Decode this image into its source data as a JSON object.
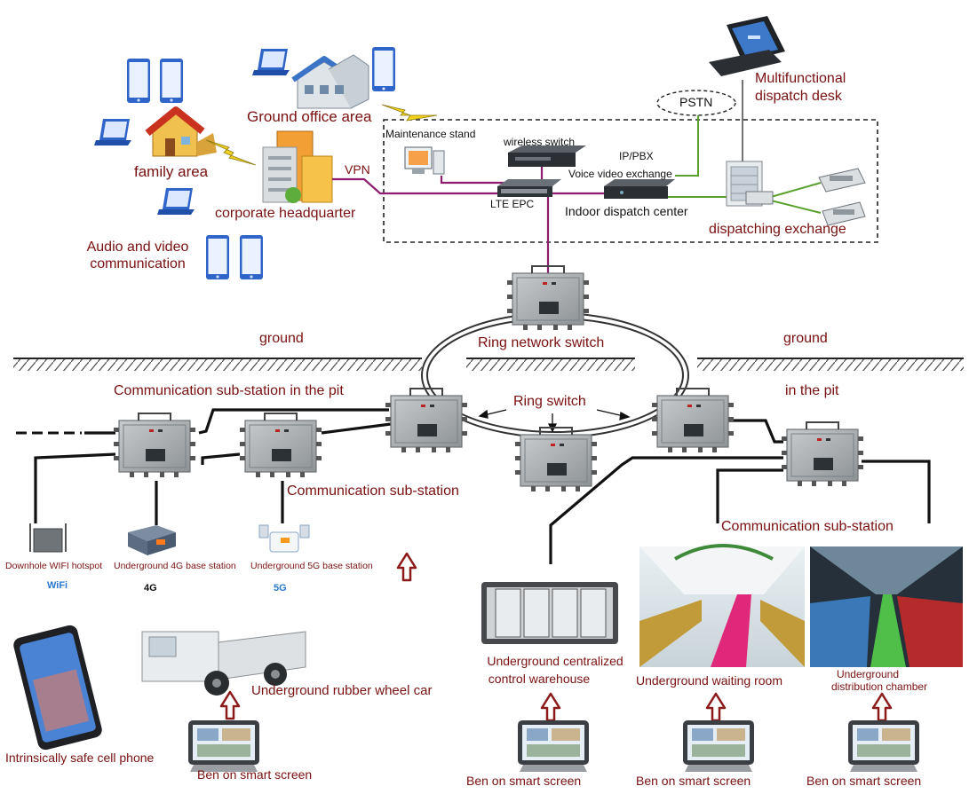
{
  "top": {
    "ground_office_area": "Ground office area",
    "family_area": "family area",
    "corporate_headquarter": "corporate headquarter",
    "vpn": "VPN",
    "audio_video_line1": "Audio and video",
    "audio_video_line2": "communication",
    "maintenance_stand": "Maintenance stand",
    "wireless_switch": "wireless switch",
    "ip_pbx": "IP/PBX",
    "voice_video_exchange": "Voice video exchange",
    "lte_epc": "LTE EPC",
    "indoor_dispatch_center": "Indoor dispatch center",
    "pstn": "PSTN",
    "dispatch_desk_line1": "Multifunctional",
    "dispatch_desk_line2": "dispatch desk",
    "dispatching_exchange": "dispatching exchange"
  },
  "ring": {
    "ring_network_switch": "Ring network switch",
    "ring_switch": "Ring switch",
    "ground_left": "ground",
    "ground_right": "ground",
    "sub_station_in_pit": "Communication sub-station in the pit",
    "in_the_pit": "in the pit",
    "comm_sub_station_left": "Communication sub-station",
    "comm_sub_station_right": "Communication sub-station"
  },
  "devices": {
    "wifi_hotspot": "Downhole WIFI hotspot",
    "base_4g": "Underground 4G base station",
    "base_5g": "Underground 5G base station",
    "wifi_badge": "WiFi",
    "badge_4g": "4G",
    "badge_5g": "5G"
  },
  "bottom": {
    "cell_phone": "Intrinsically safe cell phone",
    "rubber_wheel_car": "Underground rubber wheel car",
    "warehouse_line1": "Underground centralized",
    "warehouse_line2": "control warehouse",
    "waiting_room": "Underground waiting room",
    "distribution_line1": "Underground",
    "distribution_line2": "distribution chamber",
    "smart_screen_1": "Ben on smart screen",
    "smart_screen_2": "Ben on smart screen",
    "smart_screen_3": "Ben on smart screen",
    "smart_screen_4": "Ben on smart screen"
  },
  "colors": {
    "label": "#7a1010",
    "link_purple": "#8b1f6e",
    "link_green": "#5aa02c",
    "arrow": "#8b1a1a",
    "device_grey": "#9ea3a6"
  }
}
